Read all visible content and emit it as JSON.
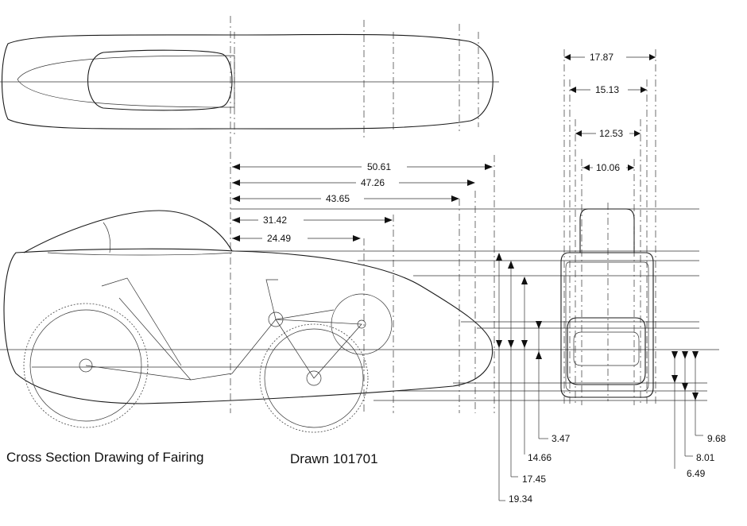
{
  "caption": {
    "title": "Cross Section Drawing of Fairing",
    "drawn": "Drawn 101701"
  },
  "dimensions": {
    "horizontal": [
      "50.61",
      "47.26",
      "43.65",
      "31.42",
      "24.49"
    ],
    "width": [
      "17.87",
      "15.13",
      "12.53",
      "10.06"
    ],
    "height_left": [
      "3.47",
      "14.66",
      "17.45",
      "19.34"
    ],
    "height_right": [
      "9.68",
      "8.01",
      "6.49"
    ]
  }
}
